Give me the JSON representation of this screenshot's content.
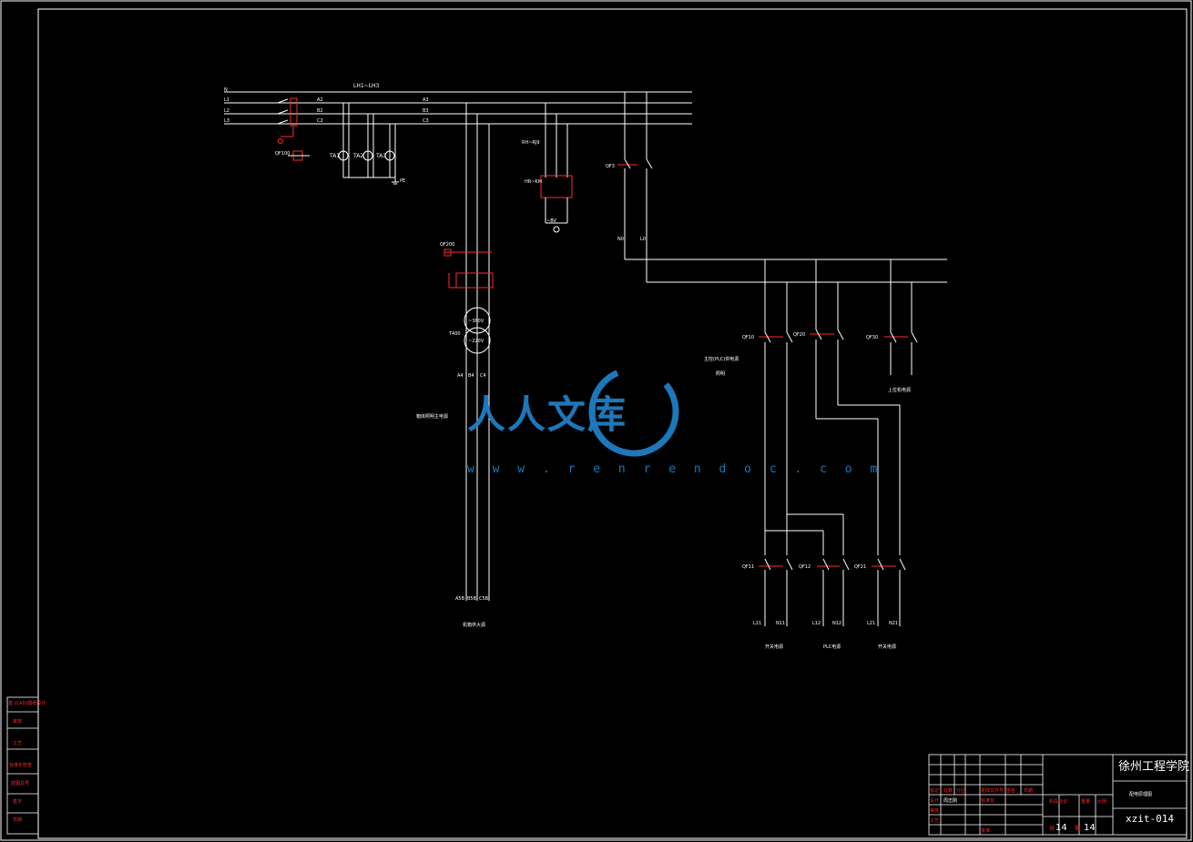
{
  "bus": {
    "top_label": "LH1~LH3",
    "lines": [
      "N",
      "L1",
      "L2",
      "L3"
    ],
    "phase_a": "A2",
    "phase_b": "B2",
    "phase_c": "C2",
    "phase_a3": "A3",
    "phase_b3": "B3",
    "phase_c3": "C3"
  },
  "breaker_main": {
    "label": "QF100"
  },
  "meters": {
    "ta1": "TA1",
    "ta2": "TA2",
    "ta3": "TA3",
    "pe": "PE"
  },
  "relay_block": {
    "top": "RH~RJ9",
    "mid": "HR~KM",
    "bottom": "~BV"
  },
  "qf_branch": {
    "label": "QF3",
    "n_tag": "N0",
    "l_tag": "L0"
  },
  "transformer": {
    "breaker": "QF200",
    "model": "T400",
    "v_in": "~380V",
    "v_out": "~220V",
    "outputs": [
      "A4",
      "B4",
      "C4"
    ],
    "side_label": "箱体照明主电源",
    "bottom_outputs": [
      "A5B",
      "B5B",
      "C5B"
    ],
    "bottom_caption": "机箱供大源"
  },
  "feeders": {
    "upper": [
      {
        "label": "QF10"
      },
      {
        "label": "QF20"
      },
      {
        "label": "QF30"
      }
    ],
    "note_main": "主控(PLC)供电源",
    "note_sub": "照明",
    "note_right": "上位机电源",
    "lower": [
      {
        "label": "QF11",
        "out_l": "L11",
        "out_n": "N11",
        "caption": "开关电源"
      },
      {
        "label": "QF12",
        "out_l": "L12",
        "out_n": "N12",
        "caption": "PLC电源"
      },
      {
        "label": "QF21",
        "out_l": "L21",
        "out_n": "N21",
        "caption": "开关电源"
      }
    ]
  },
  "watermark": {
    "brand": "人人文库",
    "url": "w w w . r e n r e n d o c . c o m"
  },
  "left_table": {
    "rows": [
      "基 (CAD)图纸设计",
      "审核",
      "工艺",
      "标准化检查",
      "底图总号",
      "签字",
      "日期"
    ]
  },
  "title_block": {
    "school": "徐州工程学院",
    "drawing_title": "配电原理图",
    "code": "xzit-014",
    "sheet_total_label": "共",
    "sheet_total": "14",
    "sheet_no_label": "第",
    "sheet_no": "14",
    "header_cells": [
      "标记",
      "处数",
      "分区",
      "更改文件号",
      "签名",
      "日期"
    ],
    "rows_left": [
      "设计",
      "审核",
      "工艺"
    ],
    "std_label": "标准化",
    "weight_labels": [
      "阶段标记",
      "重量",
      "比例"
    ],
    "approve": "批准",
    "designer": "周志刚"
  },
  "colors": {
    "line": "#ffffff",
    "accent": "#ff2a2a",
    "watermark": "#1e7fc4",
    "background": "#000000"
  }
}
